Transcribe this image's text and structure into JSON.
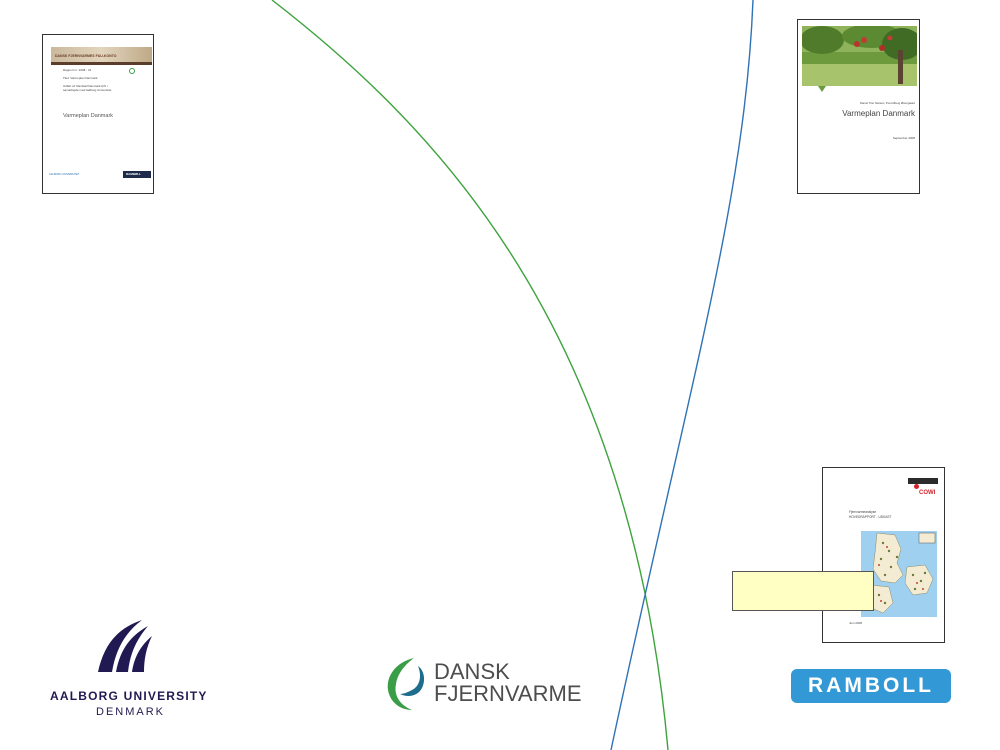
{
  "cover_left": {
    "banner": "DANSK FJERNVARMES F&U-KONTO",
    "report_no": "Rapport nr. 2008 - 01",
    "line1": "Titel: Varmeplan Danmark",
    "line2": "Udført af: Rambøll Danmark A/S i",
    "line3": "samarbejde med Aalborg Universitet",
    "title": "Varmeplan Danmark",
    "footer_left": "AALBORG UNIVERSITET",
    "footer_right": "RAMBØLL"
  },
  "cover_right": {
    "authors": "Daniel Trier Nielsen, Poul Alberg Østergaard",
    "title": "Varmeplan Danmark",
    "date": "September 2008"
  },
  "cover_cowi": {
    "brand": "COWI",
    "title": "Fjernvarmeanalyse",
    "subtitle": "HOVEDRAPPORT - UDKAST",
    "date": "Juni 2008"
  },
  "logos": {
    "aau_name": "AALBORG UNIVERSITY",
    "aau_country": "DENMARK",
    "df_line1": "DANSK",
    "df_line2": "FJERNVARME",
    "ramboll": "RAMBOLL"
  },
  "colors": {
    "green_curve": "#3da33d",
    "blue_curve": "#2f72b5",
    "aau_navy": "#211a52",
    "ramboll_blue": "#3399d6",
    "df_green": "#3a9e48",
    "df_blue": "#1e6d8d",
    "df_text": "#4d4d4d"
  }
}
